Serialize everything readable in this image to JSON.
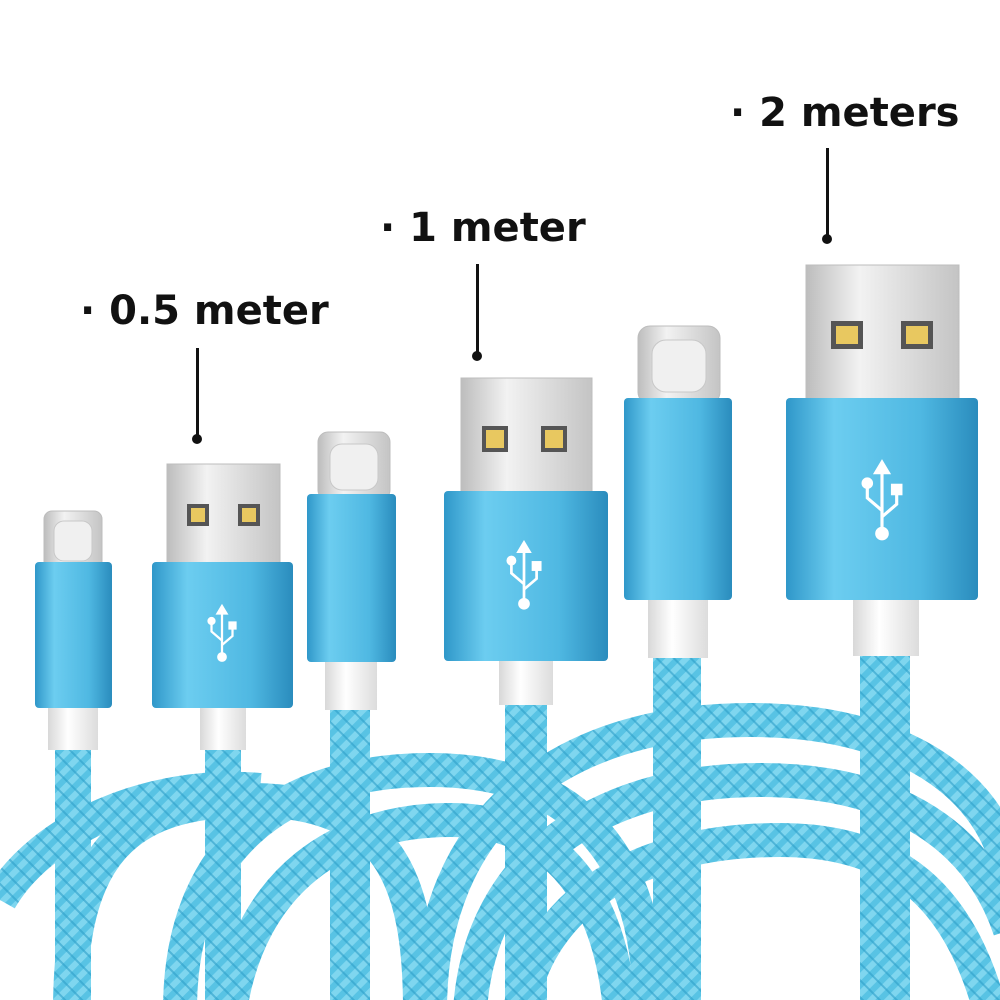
{
  "labels": {
    "half_meter": "· 0.5 meter",
    "one_meter": "· 1 meter",
    "two_meters": "· 2 meters"
  },
  "colors": {
    "braid": "#5cc6e6",
    "braid_dark": "#2f9fc8",
    "housing": "#4fb6e0",
    "housing_dark": "#2a8fc0",
    "collar": "#f4f4f4",
    "metal": "#d9d9d9",
    "contact": "#e8c860"
  },
  "icons": [
    "usb-trident-icon"
  ]
}
